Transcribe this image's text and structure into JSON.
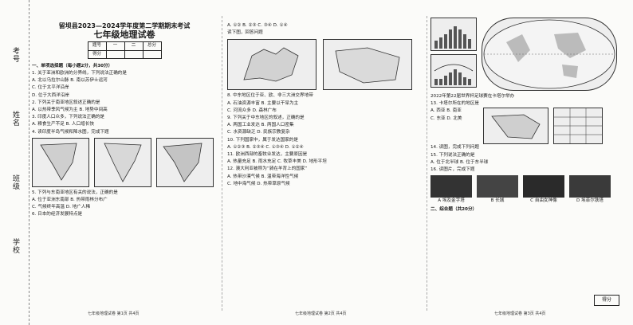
{
  "sidebar": {
    "labels": [
      "考号",
      "姓名",
      "班级",
      "学校"
    ]
  },
  "header": {
    "exam_title": "留坝县2023—2024学年度第二学期期末考试",
    "paper_title": "七年级地理试卷",
    "score_table": {
      "row1": [
        "题号",
        "一",
        "二",
        "总分"
      ],
      "row2": [
        "得分",
        "",
        "",
        ""
      ]
    }
  },
  "col1": {
    "section": "一、单项选择题（每小题2分，共30分）",
    "lines": [
      "1. 关于亚洲和欧洲的分界线，下列说法正确的是",
      "A. 北以乌拉尔山脉    B. 南以苏伊士运河",
      "C. 位于太平洋沿岸",
      "D. 位于大西洋沿岸",
      "2. 下列关于南亚地区叙述正确的是",
      "A. 以热带季风气候为主    B. 地势中间高",
      "3. 印度人口众多，下列说法正确的是",
      "A. 粮食生产不足    B. 人口增长快",
      "4. 读印度半岛气候和降水图，完成下题",
      "5. 下列与东南亚地区有关的说法，正确的是",
      "A. 位于亚洲东南部    B. 热带雨林分布广",
      "C. 气候终年高温    D. 地广人稀",
      "6. 日本的经济发展特点是"
    ],
    "footer": "七年级地理试卷  第1页  共4页"
  },
  "col2": {
    "lines": [
      "A. ①②    B. ②③    C. ③④    D. ①④",
      "读下图，回答问题",
      "8. 中东地区位于亚、欧、非三大洲交界地带",
      "A. 石油资源丰富    B. 主要以干旱为主",
      "C. 河流众多    D. 森林广布",
      "9. 下列关于中东地区的叙述，正确的是",
      "A. 两国工业发达    B. 两国人口密集",
      "C. 水资源缺乏    D. 民族宗教复杂",
      "10. 下列国家中，属于发达国家的是",
      "A. ①②③    B. ②③④    C. ①③④    D. ①②④",
      "11. 欧洲西部的畜牧业发达，主要原因是",
      "A. 热量充足    B. 雨水充足    C. 牧草丰美    D. 地形平坦",
      "12. 澳大利亚被称为“骑在羊背上的国家”",
      "A. 热带沙漠气候    B. 温带海洋性气候",
      "C. 地中海气候    D. 热带草原气候"
    ],
    "footer": "七年级地理试卷  第2页  共4页"
  },
  "col3": {
    "lines": [
      "2022年第22届世界杯足球赛在卡塔尔举办",
      "13. 卡塔尔所在的地区是",
      "A. 西亚    B. 南亚",
      "C. 东亚    D. 北美",
      "14. 读图，完成下列问题",
      "15. 下列说法正确的是",
      "A. 位于北半球    B. 位于东半球",
      "16. 读图片，完成下题",
      "二、综合题（共20分）"
    ],
    "pictures": [
      {
        "label": "A",
        "caption": "埃及金字塔"
      },
      {
        "label": "B",
        "caption": "长城"
      },
      {
        "label": "C",
        "caption": "自由女神像"
      },
      {
        "label": "D",
        "caption": "埃菲尔铁塔"
      }
    ],
    "footer": "七年级地理试卷  第3页  共4页",
    "score_label": "得分"
  }
}
